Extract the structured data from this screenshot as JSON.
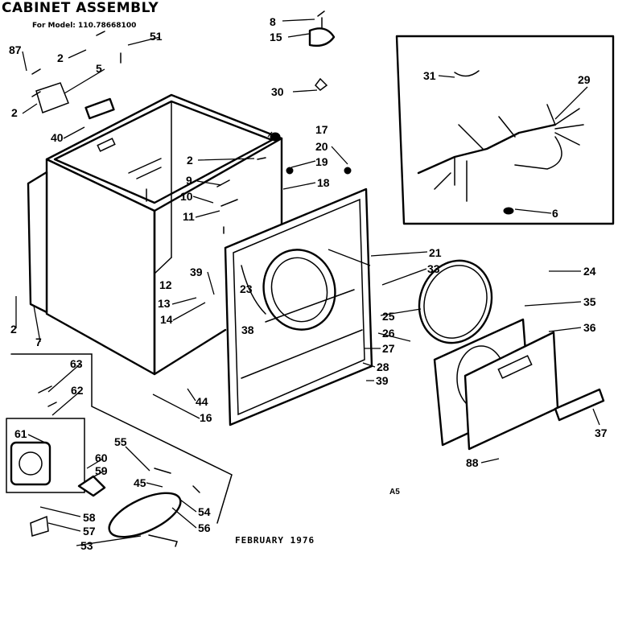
{
  "title": "CABINET ASSEMBLY",
  "subtitle": "For Model: 110.78668100",
  "footer_date": "FEBRUARY 1976",
  "corner_code": "A5",
  "callouts": [
    "8",
    "15",
    "30",
    "17",
    "20",
    "19",
    "18",
    "2",
    "9",
    "10",
    "11",
    "12",
    "39",
    "13",
    "14",
    "44",
    "16",
    "87",
    "51",
    "2",
    "5",
    "2",
    "40",
    "2",
    "7",
    "21",
    "33",
    "23",
    "38",
    "25",
    "26",
    "27",
    "28",
    "39",
    "35",
    "36",
    "24",
    "37",
    "88",
    "31",
    "29",
    "6",
    "63",
    "62",
    "61",
    "55",
    "60",
    "59",
    "45",
    "58",
    "57",
    "53",
    "54",
    "56"
  ]
}
